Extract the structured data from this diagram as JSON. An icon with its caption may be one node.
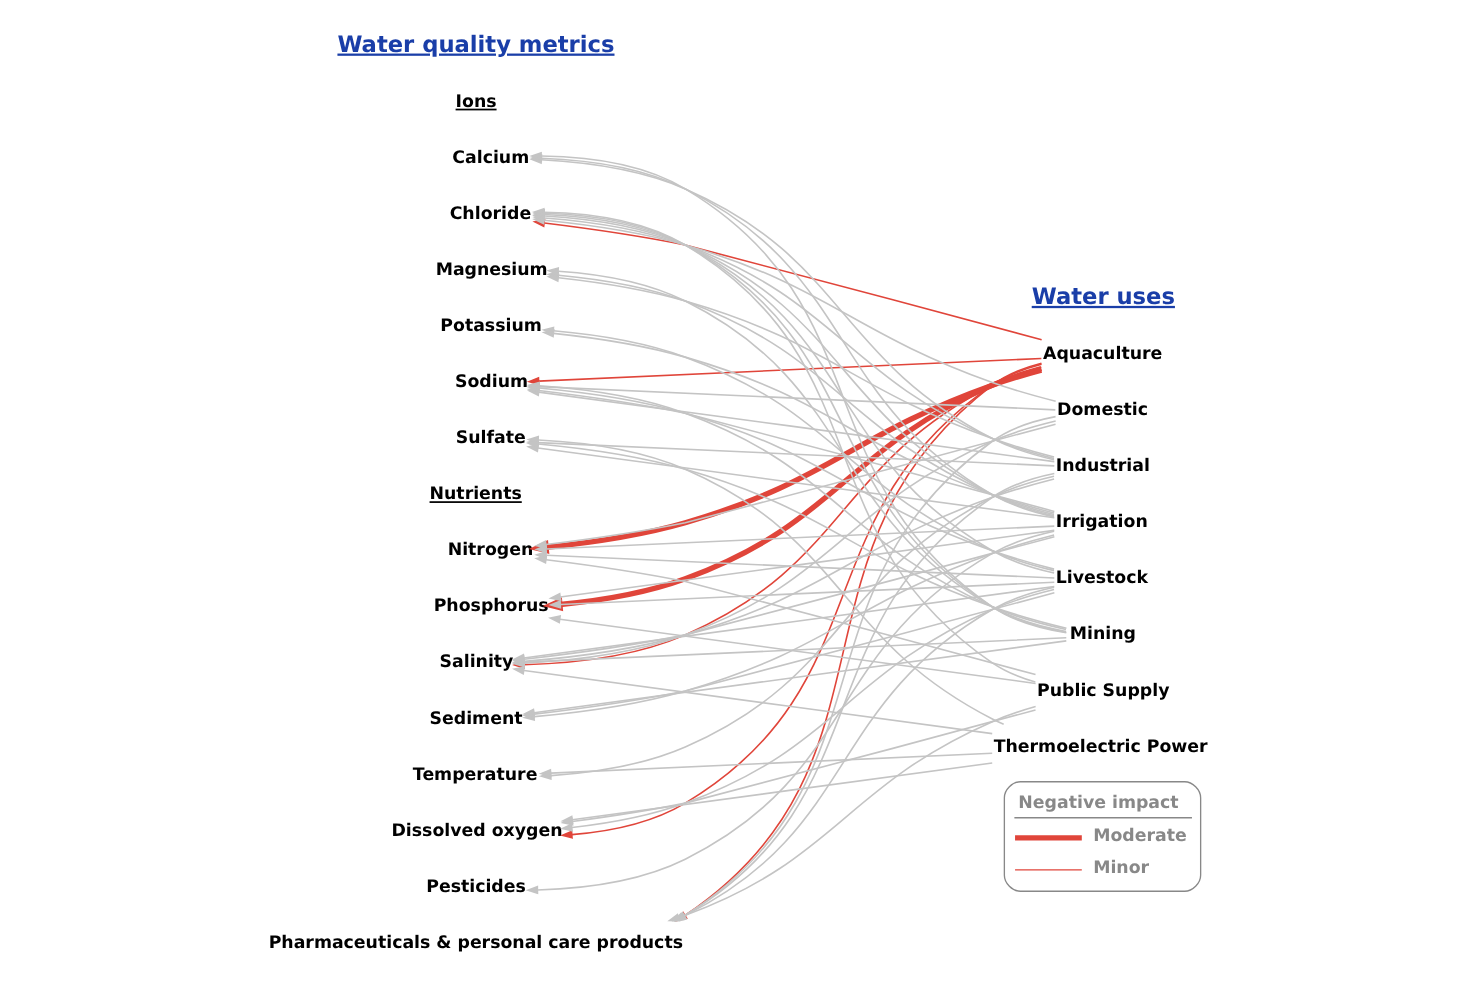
{
  "diagram": {
    "nodes": [
      {
        "text": [
          "Calcium"
        ]
      },
      {
        "text": [
          "Chloride"
        ]
      },
      {
        "text": [
          "Magnesium"
        ]
      },
      {
        "text": [
          "Potassium"
        ]
      },
      {
        "text": [
          "Sodium"
        ]
      },
      {
        "text": [
          "Sulfate"
        ]
      },
      {
        "text": [
          "Nitrogen"
        ]
      },
      {
        "text": [
          "Phosphorus"
        ]
      },
      {
        "text": [
          "Salinity"
        ]
      },
      {
        "text": [
          "Sediment"
        ]
      },
      {
        "text": [
          "Temperature"
        ]
      },
      {
        "text": [
          "Dissolved oxygen"
        ]
      },
      {
        "text": [
          "Pesticides"
        ]
      },
      {
        "text": [
          "Pharmaceuticals & personal care products"
        ]
      },
      {
        "text": [
          "Aquaculture"
        ]
      },
      {
        "text": [
          "Domestic"
        ]
      },
      {
        "text": [
          "Industrial"
        ]
      },
      {
        "text": [
          "Irrigation"
        ]
      },
      {
        "text": [
          "Livestock"
        ]
      },
      {
        "text": [
          "Mining"
        ]
      },
      {
        "text": [
          "Public Supply"
        ]
      },
      {
        "text": [
          "Thermoelectric Power"
        ]
      }
    ],
    "edges": [
      {
        "from": 14,
        "to": 1,
        "arrow": "to",
        "color": "#e0453a"
      },
      {
        "from": 14,
        "to": 4,
        "arrow": "to",
        "color": "#e0453a"
      },
      {
        "from": 14,
        "to": 6,
        "arrow": "to",
        "style": "thick",
        "color": "#e0453a"
      },
      {
        "from": 14,
        "to": 7,
        "arrow": "to",
        "style": "thick",
        "color": "#e0453a"
      },
      {
        "from": 14,
        "to": 8,
        "arrow": "to",
        "color": "#e0453a"
      },
      {
        "from": 14,
        "to": 11,
        "arrow": "to",
        "color": "#e0453a"
      },
      {
        "from": 14,
        "to": 13,
        "arrow": "to",
        "color": "#e0453a"
      },
      {
        "from": 15,
        "to": 1,
        "arrow": "to"
      },
      {
        "from": 15,
        "to": 4,
        "arrow": "to"
      },
      {
        "from": 15,
        "to": 6,
        "arrow": "to"
      },
      {
        "from": 15,
        "to": 8,
        "arrow": "to"
      },
      {
        "from": 15,
        "to": 13,
        "arrow": "to"
      },
      {
        "from": 16,
        "to": 0,
        "arrow": "to"
      },
      {
        "from": 16,
        "to": 1,
        "arrow": "to"
      },
      {
        "from": 16,
        "to": 2,
        "arrow": "to"
      },
      {
        "from": 16,
        "to": 4,
        "arrow": "to"
      },
      {
        "from": 16,
        "to": 5,
        "arrow": "to"
      },
      {
        "from": 16,
        "to": 8,
        "arrow": "to"
      },
      {
        "from": 16,
        "to": 10,
        "arrow": "to"
      },
      {
        "from": 16,
        "to": 13,
        "arrow": "to"
      },
      {
        "from": 17,
        "to": 0,
        "arrow": "to"
      },
      {
        "from": 17,
        "to": 1,
        "arrow": "to"
      },
      {
        "from": 17,
        "to": 2,
        "arrow": "to"
      },
      {
        "from": 17,
        "to": 3,
        "arrow": "to"
      },
      {
        "from": 17,
        "to": 4,
        "arrow": "to"
      },
      {
        "from": 17,
        "to": 5,
        "arrow": "to"
      },
      {
        "from": 17,
        "to": 6,
        "arrow": "to"
      },
      {
        "from": 17,
        "to": 7,
        "arrow": "to"
      },
      {
        "from": 17,
        "to": 8,
        "arrow": "to"
      },
      {
        "from": 17,
        "to": 9,
        "arrow": "to"
      },
      {
        "from": 17,
        "to": 12,
        "arrow": "to"
      },
      {
        "from": 18,
        "to": 1,
        "arrow": "to"
      },
      {
        "from": 18,
        "to": 3,
        "arrow": "to"
      },
      {
        "from": 18,
        "to": 4,
        "arrow": "to"
      },
      {
        "from": 18,
        "to": 6,
        "arrow": "to"
      },
      {
        "from": 18,
        "to": 7,
        "arrow": "to"
      },
      {
        "from": 18,
        "to": 8,
        "arrow": "to"
      },
      {
        "from": 18,
        "to": 9,
        "arrow": "to"
      },
      {
        "from": 18,
        "to": 11,
        "arrow": "to"
      },
      {
        "from": 18,
        "to": 13,
        "arrow": "to"
      },
      {
        "from": 19,
        "to": 0,
        "arrow": "to"
      },
      {
        "from": 19,
        "to": 1,
        "arrow": "to"
      },
      {
        "from": 19,
        "to": 2,
        "arrow": "to"
      },
      {
        "from": 19,
        "to": 4,
        "arrow": "to"
      },
      {
        "from": 19,
        "to": 5,
        "arrow": "to"
      },
      {
        "from": 19,
        "to": 8,
        "arrow": "to"
      },
      {
        "from": 19,
        "to": 9,
        "arrow": "to"
      },
      {
        "from": 20,
        "to": 1,
        "arrow": "to"
      },
      {
        "from": 20,
        "to": 6,
        "arrow": "to"
      },
      {
        "from": 20,
        "to": 7,
        "arrow": "to"
      },
      {
        "from": 20,
        "to": 11,
        "arrow": "to"
      },
      {
        "from": 20,
        "to": 13,
        "arrow": "to"
      },
      {
        "from": 21,
        "to": 5,
        "arrow": "to"
      },
      {
        "from": 21,
        "to": 8,
        "arrow": "to"
      },
      {
        "from": 21,
        "to": 10,
        "arrow": "to"
      },
      {
        "from": 21,
        "to": 11,
        "arrow": "to"
      }
    ],
    "labels": [
      "Water quality metrics",
      "Water uses",
      "Ions",
      "Nutrients",
      "Negative impact"
    ],
    "legend": [
      {
        "text": "Moderate"
      },
      {
        "text": "Minor"
      }
    ]
  }
}
